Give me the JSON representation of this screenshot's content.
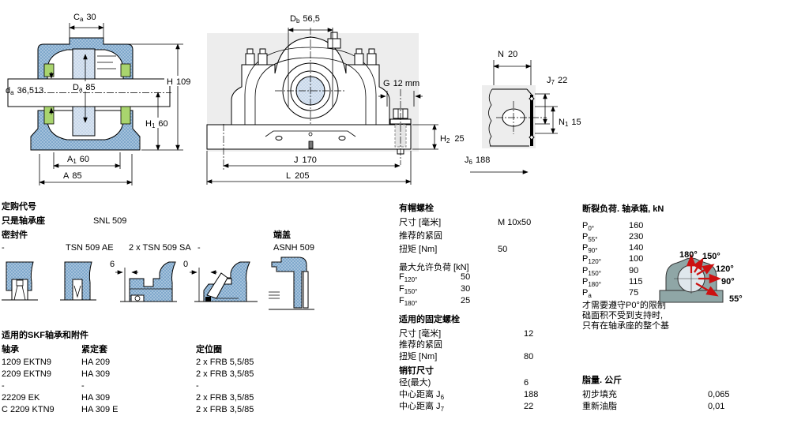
{
  "colors": {
    "housing_blue": "#7FA8CC",
    "seal_green": "#A9D46E",
    "bearing_fill": "#C8D8EA",
    "diagram_gray": "#8FA6A6",
    "arrow_red": "#CC1111",
    "drawing_bg": "#EDEDED"
  },
  "dims": {
    "left": {
      "ca": {
        "p": "C",
        "s": "a",
        "v": "30"
      },
      "da": {
        "p": "d",
        "s": "a",
        "v": "36,513"
      },
      "Da": {
        "p": "D",
        "s": "a",
        "v": "85"
      },
      "H": {
        "p": "H",
        "s": "",
        "v": "109"
      },
      "H1": {
        "p": "H",
        "s": "1",
        "v": "60"
      },
      "A1": {
        "p": "A",
        "s": "1",
        "v": "60"
      },
      "A": {
        "p": "A",
        "s": "",
        "v": "85"
      }
    },
    "front": {
      "Db": {
        "p": "D",
        "s": "b",
        "v": "56,5"
      },
      "G": {
        "p": "G",
        "s": "",
        "v": "12 mm"
      },
      "H2": {
        "p": "H",
        "s": "2",
        "v": "25"
      },
      "J": {
        "p": "J",
        "s": "",
        "v": "170"
      },
      "L": {
        "p": "L",
        "s": "",
        "v": "205"
      }
    },
    "side": {
      "N": {
        "p": "N",
        "s": "",
        "v": "20"
      },
      "J7": {
        "p": "J",
        "s": "7",
        "v": "22"
      },
      "N1": {
        "p": "N",
        "s": "1",
        "v": "15"
      },
      "J6": {
        "p": "J",
        "s": "6",
        "v": "188"
      }
    }
  },
  "ordering": {
    "title": "定购代号",
    "housing_only_label": "只是轴承座",
    "housing_only_value": "SNL 509",
    "seals_label": "密封件",
    "end_cover_label": "端盖",
    "seal_row": [
      "-",
      "TSN 509 AE",
      "2 x TSN 509 SA",
      "-",
      "ASNH 509"
    ],
    "gap1": "6",
    "gap2": "0"
  },
  "bearings_table": {
    "title": "适用的SKF轴承和附件",
    "headers": [
      "轴承",
      "紧定套",
      "定位圈"
    ],
    "rows": [
      [
        "1209 EKTN9",
        "HA 209",
        "2 x FRB 5,5/85"
      ],
      [
        "2209 EKTN9",
        "HA 309",
        "2 x FRB 3,5/85"
      ],
      [
        "-",
        "-",
        "-"
      ],
      [
        "22209 EK",
        "HA 309",
        "2 x FRB 3,5/85"
      ],
      [
        "C 2209 KTN9",
        "HA 309 E",
        "2 x FRB 3,5/85"
      ]
    ]
  },
  "cap_bolts": {
    "title": "有帽螺栓",
    "size_label": "尺寸 [毫米]",
    "size_value": "M 10x50",
    "tighten_label": "推荐的紧固",
    "torque_label": "扭矩 [Nm]",
    "torque_value": "50",
    "max_load_label": "最大允许负荷 [kN]",
    "loads": [
      {
        "p": "F",
        "s": "120°",
        "v": "50"
      },
      {
        "p": "F",
        "s": "150°",
        "v": "30"
      },
      {
        "p": "F",
        "s": "180°",
        "v": "25"
      }
    ]
  },
  "fixing_bolts": {
    "title": "适用的固定螺栓",
    "size_label": "尺寸 [毫米]",
    "size_value": "12",
    "tighten_label": "推荐的紧固",
    "torque_label": "扭矩 [Nm]",
    "torque_value": "80"
  },
  "pin_dims": {
    "title": "销钉尺寸",
    "rows": [
      {
        "label": "径(最大)",
        "sub": "",
        "value": "6"
      },
      {
        "label": "中心距离 J",
        "sub": "6",
        "value": "188"
      },
      {
        "label": "中心距离 J",
        "sub": "7",
        "value": "22"
      }
    ]
  },
  "breaking_loads": {
    "title": "断裂负荷. 轴承箱, kN",
    "rows": [
      {
        "p": "P",
        "s": "0°",
        "v": "160"
      },
      {
        "p": "P",
        "s": "55°",
        "v": "230"
      },
      {
        "p": "P",
        "s": "90°",
        "v": "140"
      },
      {
        "p": "P",
        "s": "120°",
        "v": "100"
      },
      {
        "p": "P",
        "s": "150°",
        "v": "90"
      },
      {
        "p": "P",
        "s": "180°",
        "v": "115"
      },
      {
        "p": "P",
        "s": "a",
        "v": "75"
      }
    ],
    "angle_labels": [
      "180°",
      "150°",
      "120°",
      "90°",
      "55°"
    ],
    "note_lines": [
      "才需要遵守P0°的限制",
      "础面积不受到支持时,",
      "只有在轴承座的整个基"
    ]
  },
  "grease": {
    "title": "脂量. 公斤",
    "rows": [
      {
        "label": "初步填充",
        "value": "0,065"
      },
      {
        "label": "重新油脂",
        "value": "0,01"
      }
    ]
  }
}
